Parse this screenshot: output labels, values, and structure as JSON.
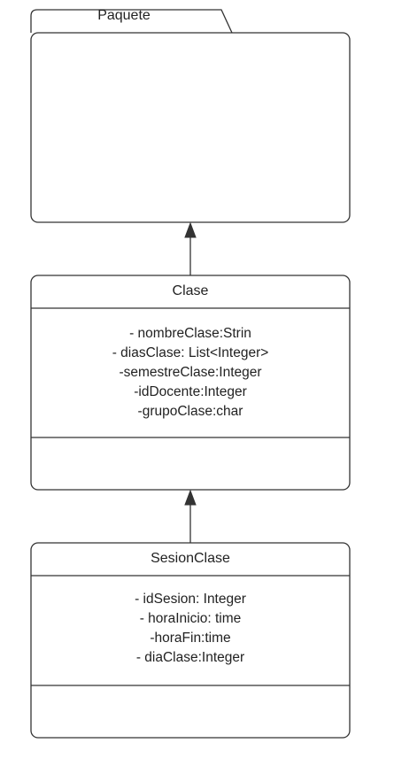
{
  "package": {
    "name": "Paquete"
  },
  "classes": [
    {
      "name": "Clase",
      "attributes": [
        "- nombreClase:Strin",
        "- diasClase: List<Integer>",
        "-semestreClase:Integer",
        "-idDocente:Integer",
        "-grupoClase:char"
      ]
    },
    {
      "name": "SesionClase",
      "attributes": [
        "- idSesion: Integer",
        "- horaInicio: time",
        "-horaFin:time",
        "- diaClase:Integer"
      ]
    }
  ],
  "colors": {
    "stroke": "#333333",
    "fill": "#ffffff",
    "text": "#222222"
  }
}
